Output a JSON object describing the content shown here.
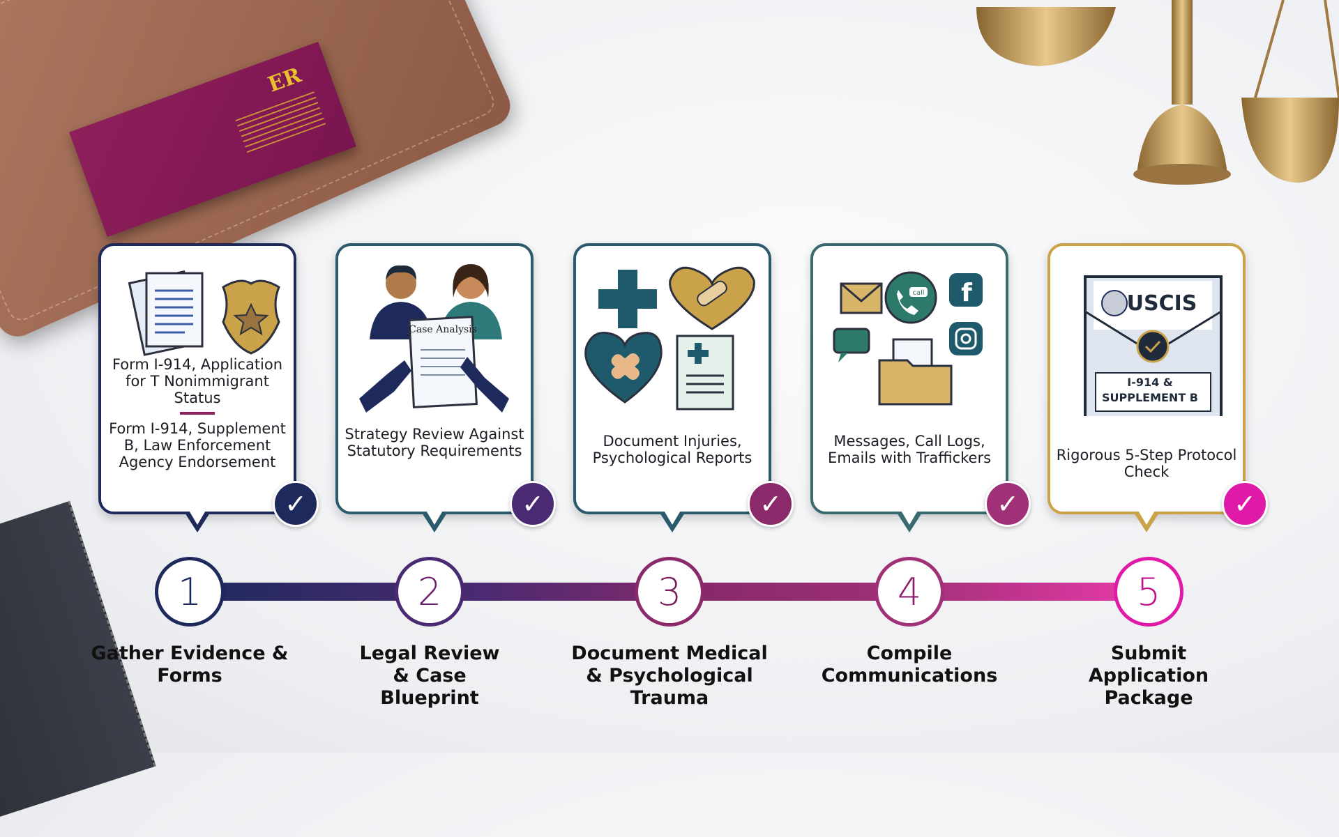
{
  "background": {
    "business_card": {
      "logo": "ER"
    }
  },
  "colors": {
    "navy": "#1f2a5c",
    "purple": "#4a2a72",
    "plum": "#8a2a6a",
    "magenta": "#a03078",
    "pink": "#e01aa8",
    "gold": "#c9a24a"
  },
  "steps": [
    {
      "number": "1",
      "label": "Gather Evidence & Forms",
      "card_text": "Form I-914, Application for T Nonimmigrant Status",
      "card_text_2": "Form I-914, Supplement B, Law Enforcement Agency Endorsement",
      "icons": [
        "documents-icon",
        "police-badge-icon"
      ],
      "completed": true
    },
    {
      "number": "2",
      "label": "Legal Review & Case Blueprint",
      "card_text": "Strategy Review Against Statutory Requirements",
      "document_title": "Case Analysis",
      "icons": [
        "lawyers-icon",
        "case-analysis-document-icon"
      ],
      "completed": true
    },
    {
      "number": "3",
      "label": "Document Medical & Psychological Trauma",
      "card_text": "Document Injuries, Psychological Reports",
      "icons": [
        "medical-cross-icon",
        "bandaged-heart-icon",
        "broken-heart-icon",
        "medical-report-icon"
      ],
      "completed": true
    },
    {
      "number": "4",
      "label": "Compile Communications",
      "card_text": "Messages, Call Logs, Emails with Traffickers",
      "call_badge": "call",
      "icons": [
        "envelope-icon",
        "phone-call-icon",
        "facebook-icon",
        "chat-icon",
        "instagram-icon",
        "folder-icon"
      ],
      "completed": true
    },
    {
      "number": "5",
      "label": "Submit Application Package",
      "card_text": "Rigorous 5-Step Protocol Check",
      "envelope_header": "USCIS",
      "envelope_label": "I-914 & SUPPLEMENT B",
      "icons": [
        "uscis-envelope-icon"
      ],
      "completed": true
    }
  ]
}
